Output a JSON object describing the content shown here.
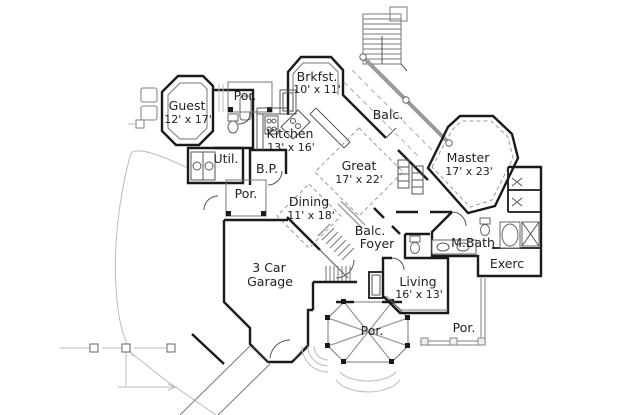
{
  "plan": {
    "rooms": {
      "guest": {
        "name": "Guest",
        "dims": "12' x 17'"
      },
      "porch_top": {
        "name": "Por."
      },
      "breakfast": {
        "name": "Brkfst.",
        "dims": "10' x 11'"
      },
      "balcony_upper": {
        "name": "Balc."
      },
      "kitchen": {
        "name": "Kitchen",
        "dims": "13' x 16'"
      },
      "utility": {
        "name": "Util."
      },
      "butlers_pantry": {
        "name": "B.P."
      },
      "great": {
        "name": "Great",
        "dims": "17' x 22'"
      },
      "master": {
        "name": "Master",
        "dims": "17' x 23'"
      },
      "porch_left": {
        "name": "Por."
      },
      "dining": {
        "name": "Dining",
        "dims": "11' x 18'"
      },
      "balcony_center": {
        "name": "Balc."
      },
      "foyer": {
        "name": "Foyer"
      },
      "master_bath": {
        "name": "M.Bath"
      },
      "exercise": {
        "name": "Exerc"
      },
      "garage": {
        "line1": "3 Car",
        "line2": "Garage"
      },
      "living": {
        "name": "Living",
        "dims": "16' x 13'"
      },
      "porch_bottom": {
        "name": "Por."
      },
      "porch_right": {
        "name": "Por."
      }
    },
    "colors": {
      "wall": "#1a1a1a",
      "thin_line": "#555555",
      "railing": "#9a9a9a",
      "site_line": "#bbbbbb",
      "text": "#1f1f1f",
      "background": "#ffffff"
    }
  }
}
